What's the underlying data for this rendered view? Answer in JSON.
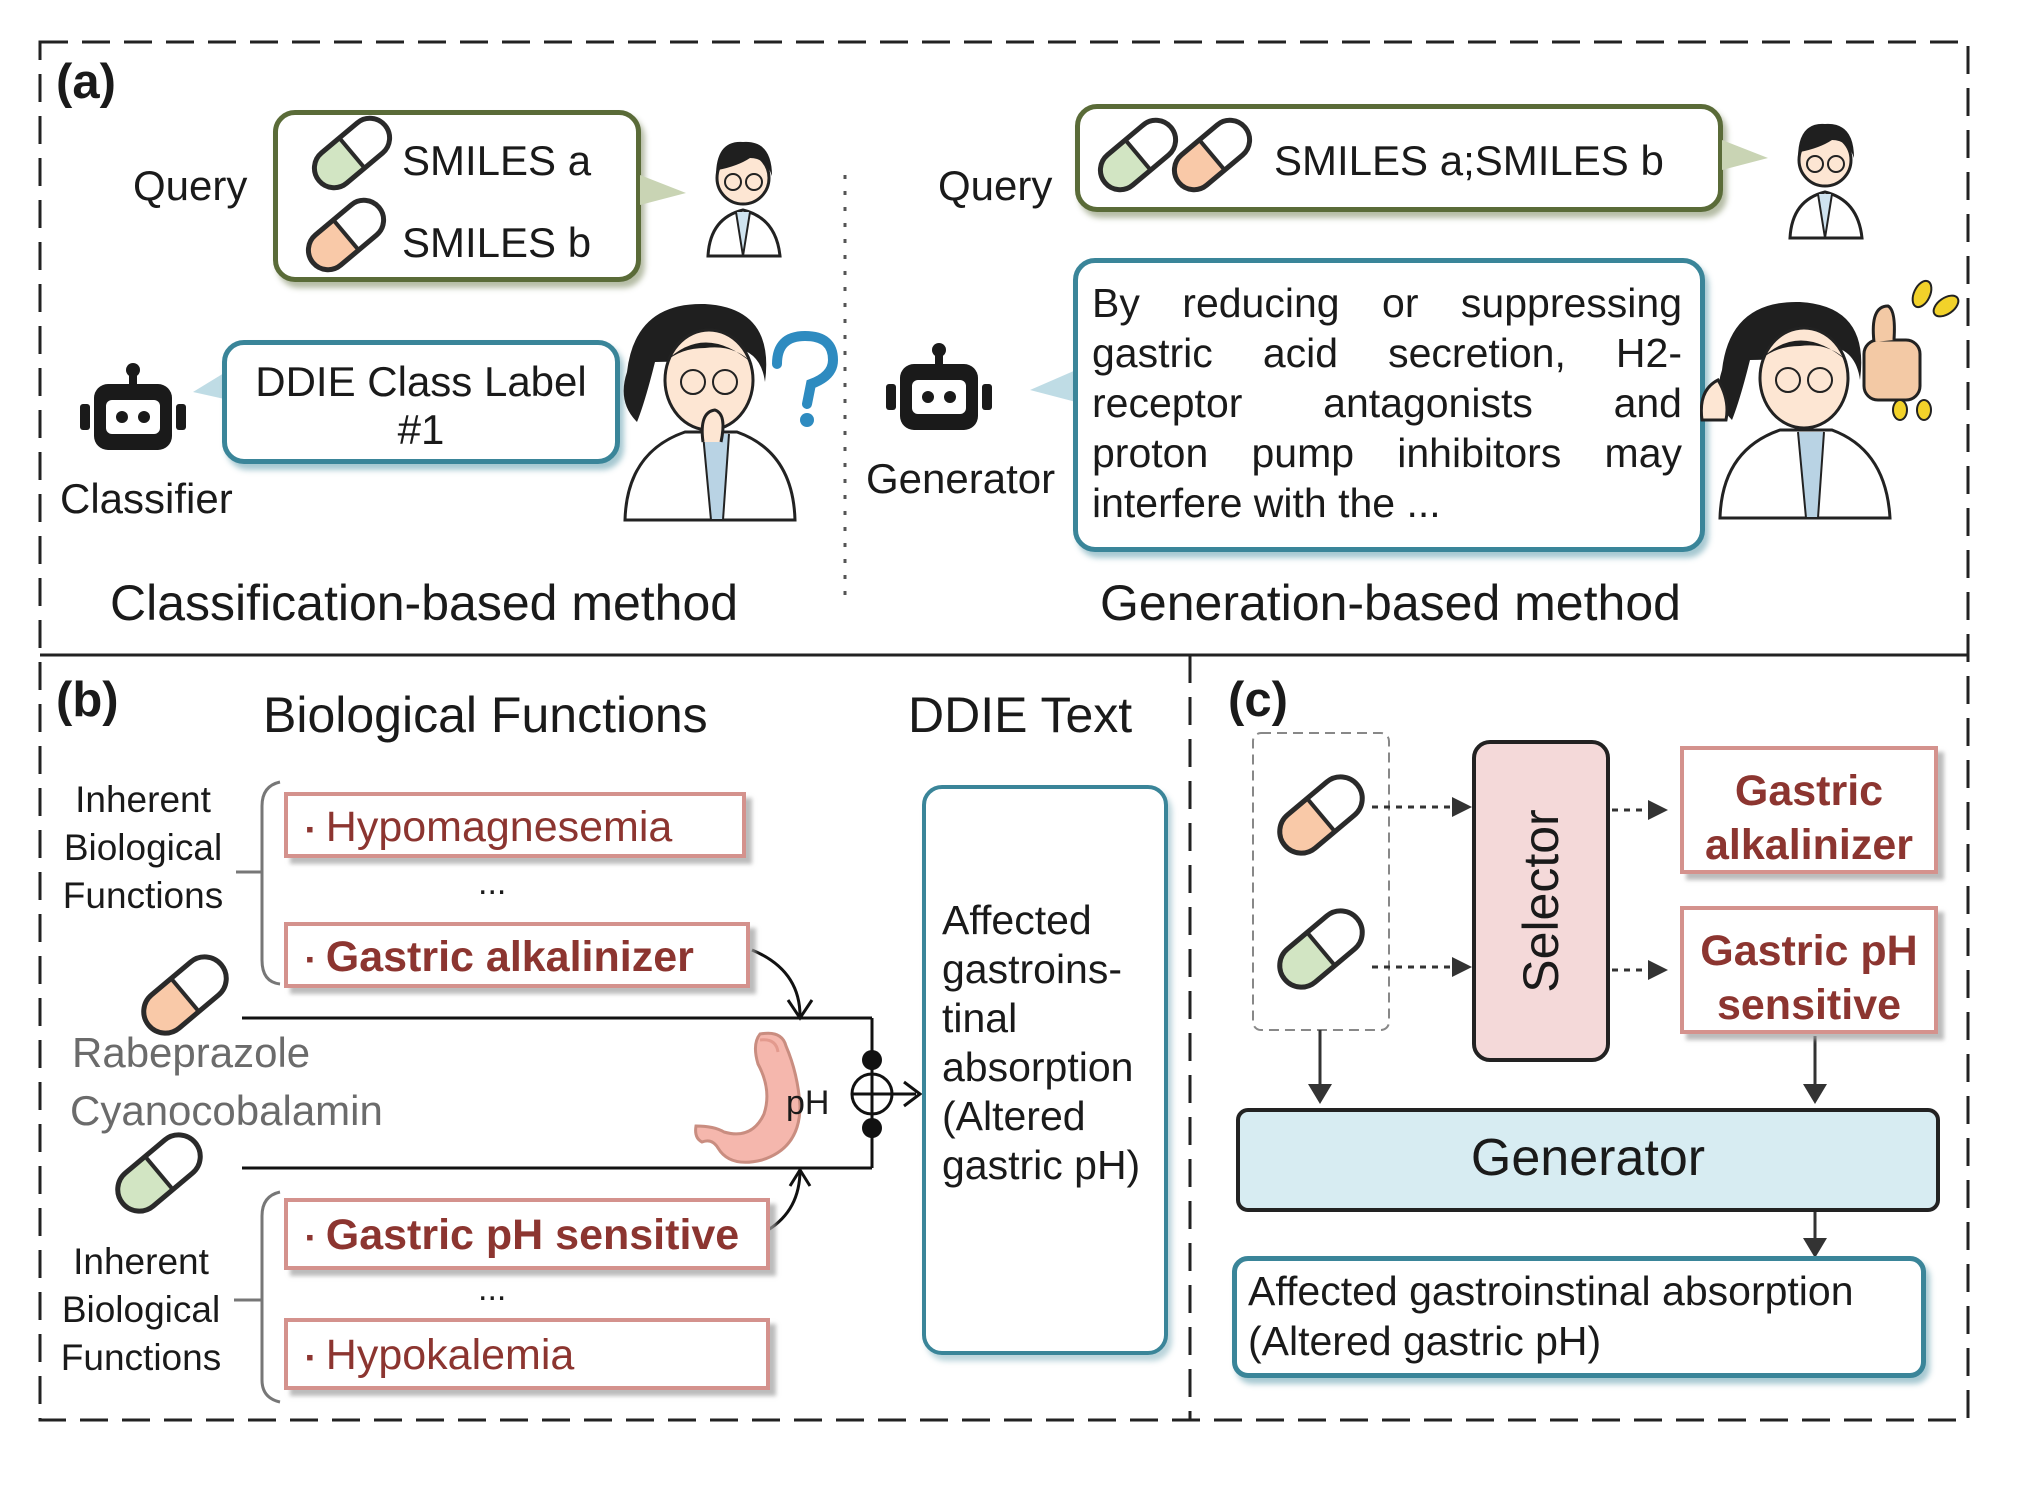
{
  "panel_a": {
    "label": "(a)",
    "left": {
      "query_label": "Query",
      "smiles_a": "SMILES a",
      "smiles_b": "SMILES b",
      "label_box_line1": "DDIE Class Label",
      "label_box_line2": "#1",
      "model_label": "Classifier",
      "title": "Classification-based method"
    },
    "right": {
      "query_label": "Query",
      "smiles_pair": "SMILES a;SMILES b",
      "generated_lines": [
        "By reducing or suppressing",
        "gastric acid secretion, H2-",
        "receptor antagonists and",
        "proton pump inhibitors may",
        "interfere with the ..."
      ],
      "model_label": "Generator",
      "title": "Generation-based method"
    }
  },
  "panel_b": {
    "label": "(b)",
    "header_bio": "Biological Functions",
    "header_text": "DDIE Text",
    "inherent_label_top": [
      "Inherent",
      "Biological",
      "Functions"
    ],
    "inherent_label_bottom": [
      "Inherent",
      "Biological",
      "Functions"
    ],
    "drug_a": "Rabeprazole",
    "drug_b": "Cyanocobalamin",
    "functions_top": [
      "Hypomagnesemia",
      "...",
      "Gastric alkalinizer"
    ],
    "functions_bottom": [
      "Gastric pH sensitive",
      "...",
      "Hypokalemia"
    ],
    "stomach_label": "pH",
    "ddie_text_lines": [
      "Affected",
      "gastroins-",
      "tinal",
      "absorption",
      "(Altered",
      "gastric pH)"
    ]
  },
  "panel_c": {
    "label": "(c)",
    "selector_label": "Selector",
    "selected_1": [
      "Gastric",
      "alkalinizer"
    ],
    "selected_2": [
      "Gastric pH",
      "sensitive"
    ],
    "generator_label": "Generator",
    "output_lines": [
      "Affected gastroinstinal absorption",
      "(Altered gastric pH)"
    ]
  },
  "colors": {
    "pill_green": "#d2e5c3",
    "pill_orange": "#f9c9a8",
    "green_border": "#5a6b38",
    "teal_border": "#3a8599",
    "function_border": "#d4928d",
    "function_text": "#8c3530",
    "selector_fill": "#f4d9d9",
    "generator_fill": "#d7ecf2"
  }
}
